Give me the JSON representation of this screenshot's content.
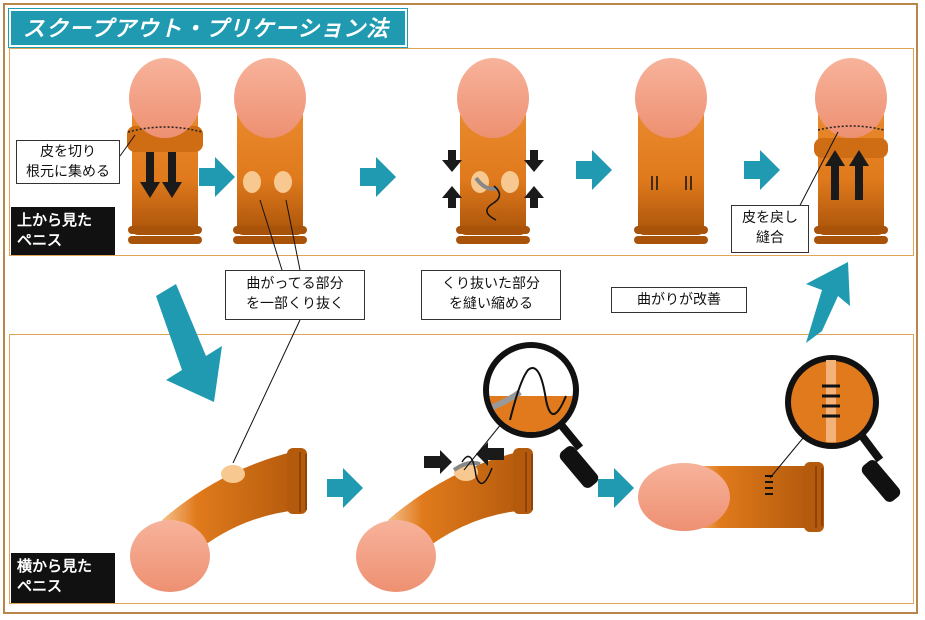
{
  "title": "スクープアウト・プリケーション法",
  "labels": {
    "skin_cut_line1": "皮を切り",
    "skin_cut_line2": "根元に集める",
    "top_view_line1": "上から見た",
    "top_view_line2": "ペニス",
    "scoop_line1": "曲がってる部分",
    "scoop_line2": "を一部くり抜く",
    "suture_line1": "くり抜いた部分",
    "suture_line2": "を縫い縮める",
    "improved": "曲がりが改善",
    "restore_line1": "皮を戻し",
    "restore_line2": "縫合",
    "side_view_line1": "横から見た",
    "side_view_line2": "ペニス"
  },
  "colors": {
    "teal": "#1f9ab0",
    "shaft_orange": "#e07a1c",
    "shaft_dark": "#b35a0c",
    "glans_pink": "#f4a48a",
    "spot": "#f7c890",
    "panel_border": "#e0a35a"
  }
}
